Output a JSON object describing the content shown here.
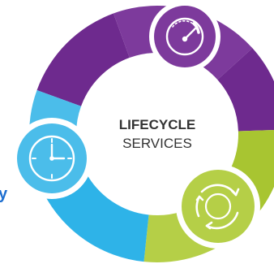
{
  "center": {
    "title": "LIFECYCLE",
    "subtitle": "SERVICES"
  },
  "edge_text": "y",
  "colors": {
    "purple": "#6e2a8e",
    "purple_light": "#7d3a9c",
    "blue": "#2eb3e8",
    "blue_light": "#4bbdea",
    "green": "#a8c531",
    "green_light": "#b5cf47",
    "white": "#ffffff",
    "edge_text": "#1e6fd0"
  },
  "icons": [
    {
      "name": "gauge-icon",
      "color": "purple"
    },
    {
      "name": "clock-icon",
      "color": "blue"
    },
    {
      "name": "recycle-icon",
      "color": "green"
    }
  ]
}
